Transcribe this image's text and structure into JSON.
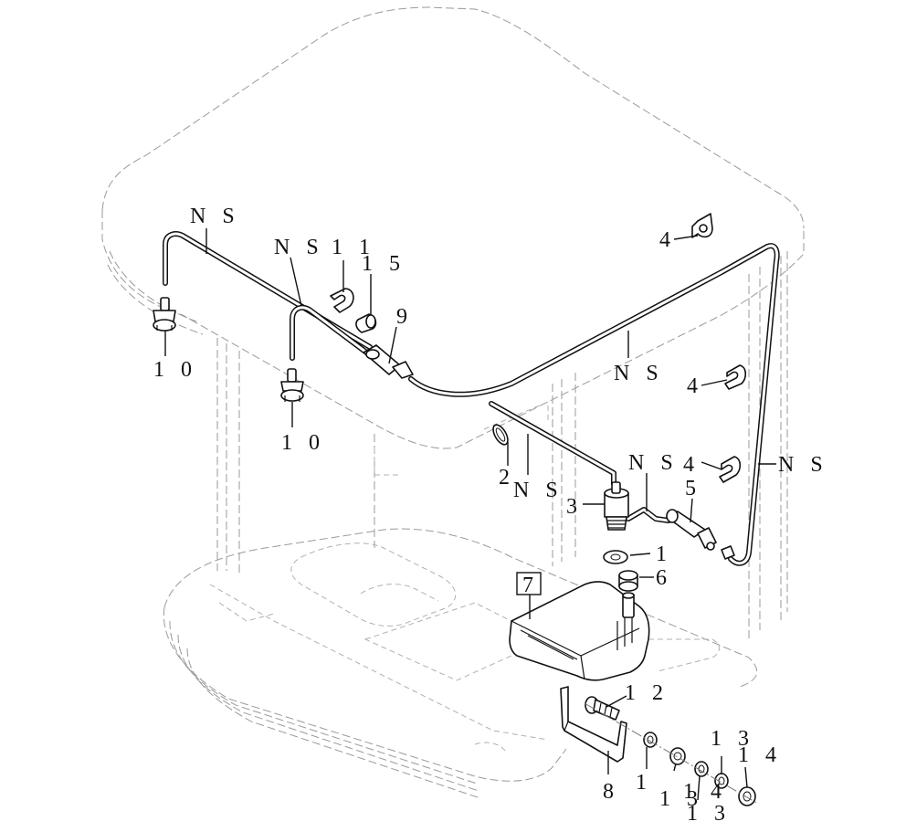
{
  "labels": {
    "ns_hose_left": "N S",
    "ns_hose_mid": "N S",
    "ns_hose_right_top": "N S",
    "ns_hose_far_right": "N S",
    "ns_tube_center": "N S",
    "ns_pump_outlet": "N S",
    "part_1": "1",
    "part_2": "2",
    "part_3": "3",
    "part_4_top": "4",
    "part_4_mid": "4",
    "part_4_low": "4",
    "part_5": "5",
    "part_6": "6",
    "part_7": "7",
    "part_8": "8",
    "part_9": "9",
    "part_10_left": "1 0",
    "part_10_mid": "1 0",
    "part_11": "1 1",
    "part_12": "1 2",
    "part_13_a": "1",
    "part_13_b": "1 3",
    "part_13_c": "1 3",
    "part_13_d": "1 3",
    "part_14_a": "1 4",
    "part_14_b": "1 4",
    "part_15": "1 5"
  }
}
